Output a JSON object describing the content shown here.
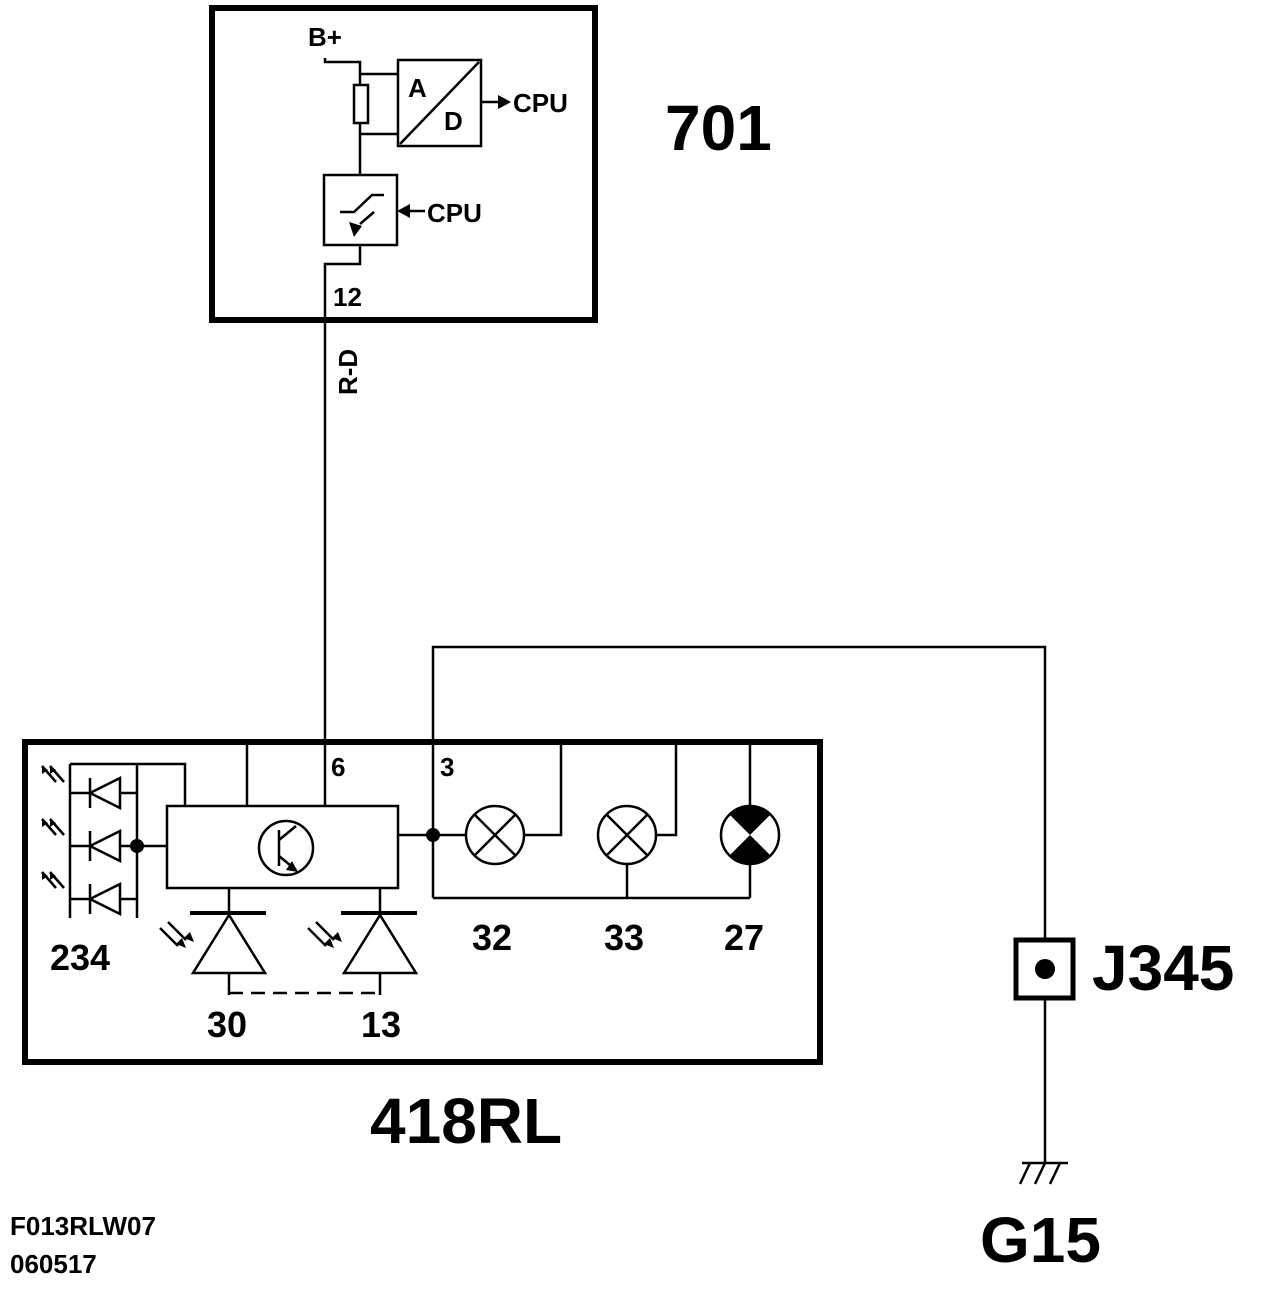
{
  "ecu": {
    "id": "701",
    "supply_label": "B+",
    "adc_a": "A",
    "adc_d": "D",
    "cpu_out_label": "CPU",
    "cpu_in_label": "CPU",
    "pin": "12"
  },
  "wire": {
    "color_code": "R-D"
  },
  "module": {
    "id": "418RL",
    "pin_supply": "6",
    "pin_ground": "3",
    "led_group": "234",
    "photodiode_left": "30",
    "photodiode_right": "13",
    "lamp_1": "32",
    "lamp_2": "33",
    "lamp_3": "27"
  },
  "junction": {
    "id": "J345"
  },
  "ground": {
    "id": "G15"
  },
  "reference": {
    "code": "F013RLW07",
    "date": "060517"
  }
}
